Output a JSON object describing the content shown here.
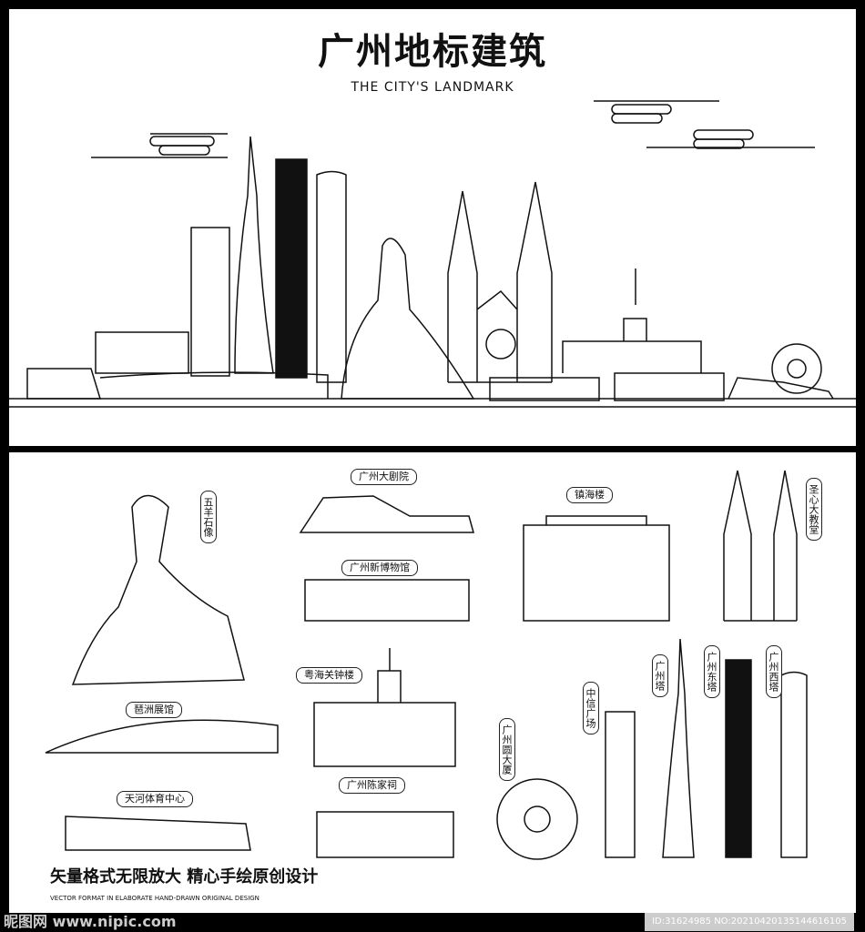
{
  "header": {
    "title": "广州地标建筑",
    "subtitle": "THE CITY'S LANDMARK"
  },
  "labels": {
    "wuyang": "五羊石像",
    "opera": "广州大剧院",
    "museum": "广州新博物馆",
    "zhenhai": "镇海楼",
    "cathedral": "圣心大教堂",
    "pazhou": "琶洲展馆",
    "customs": "粤海关钟楼",
    "citic": "中信广场",
    "tower": "广州塔",
    "east_tower": "广州东塔",
    "west_tower": "广州西塔",
    "circle": "广州圆大厦",
    "tianhe": "天河体育中心",
    "chenjia": "广州陈家祠"
  },
  "footer": {
    "slogan": "矢量格式无限放大 精心手绘原创设计",
    "slogan_en": "VECTOR FORMAT IN ELABORATE HAND-DRAWN ORIGINAL DESIGN"
  },
  "watermark": {
    "site": "昵图网 www.nipic.com",
    "id": "ID:31624985 NO:20210420135144616105"
  }
}
